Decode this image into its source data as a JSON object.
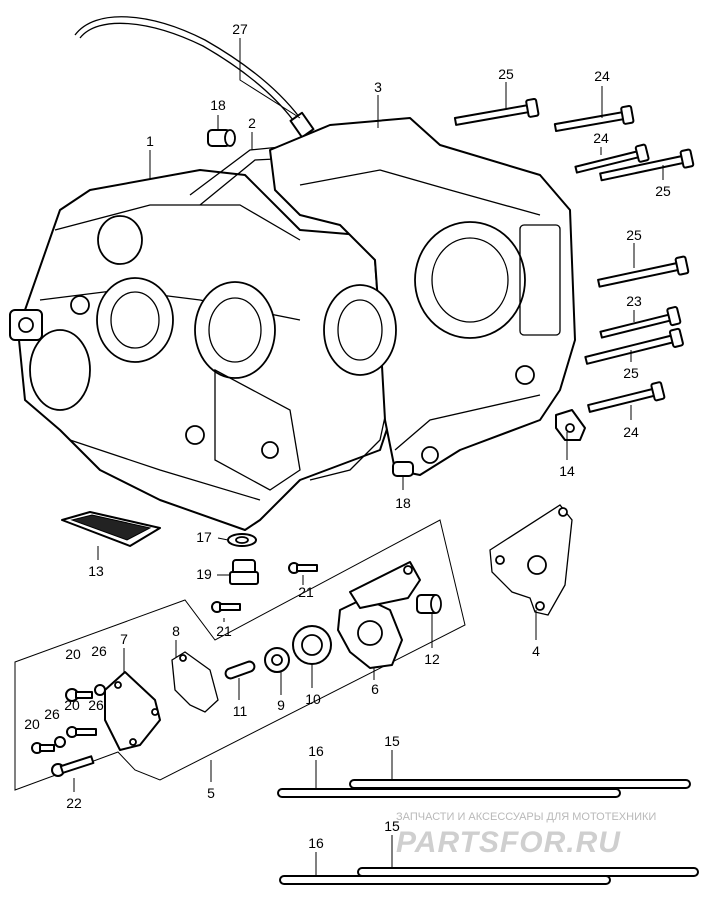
{
  "callouts": {
    "c1": "1",
    "c2": "2",
    "c3": "3",
    "c4": "4",
    "c5": "5",
    "c6": "6",
    "c7": "7",
    "c8": "8",
    "c9": "9",
    "c10": "10",
    "c11": "11",
    "c12": "12",
    "c13": "13",
    "c14": "14",
    "c15a": "15",
    "c15b": "15",
    "c16a": "16",
    "c16b": "16",
    "c17": "17",
    "c18a": "18",
    "c18b": "18",
    "c19": "19",
    "c20a": "20",
    "c20b": "20",
    "c20c": "20",
    "c21a": "21",
    "c21b": "21",
    "c22": "22",
    "c23": "23",
    "c24a": "24",
    "c24b": "24",
    "c24c": "24",
    "c25a": "25",
    "c25b": "25",
    "c25c": "25",
    "c25d": "25",
    "c26a": "26",
    "c26b": "26",
    "c26c": "26",
    "c27": "27"
  },
  "watermark": {
    "tagline": "ЗАПЧАСТИ И АКСЕССУАРЫ ДЛЯ МОТОТЕХНИКИ",
    "logo": "PARTSFOR.RU"
  }
}
